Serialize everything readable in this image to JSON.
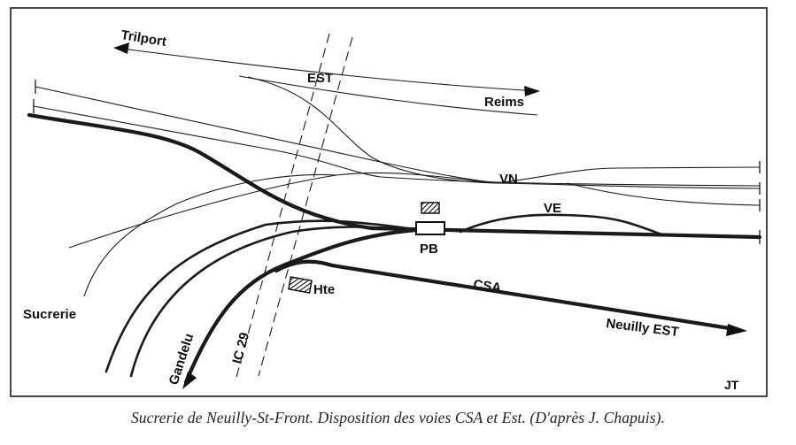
{
  "labels": {
    "trilport": "Trilport",
    "est": "EST",
    "reims": "Reims",
    "vn": "VN",
    "ve": "VE",
    "pb": "PB",
    "csa": "CSA",
    "hte": "Hte",
    "sucrerie": "Sucrerie",
    "gandelu": "Gandelu",
    "ic29": "IC 29",
    "neuilly_est": "Neuilly EST",
    "initials": "JT"
  },
  "caption": "Sucrerie de Neuilly-St-Front. Disposition des voies CSA et Est. (D'après J. Chapuis)."
}
